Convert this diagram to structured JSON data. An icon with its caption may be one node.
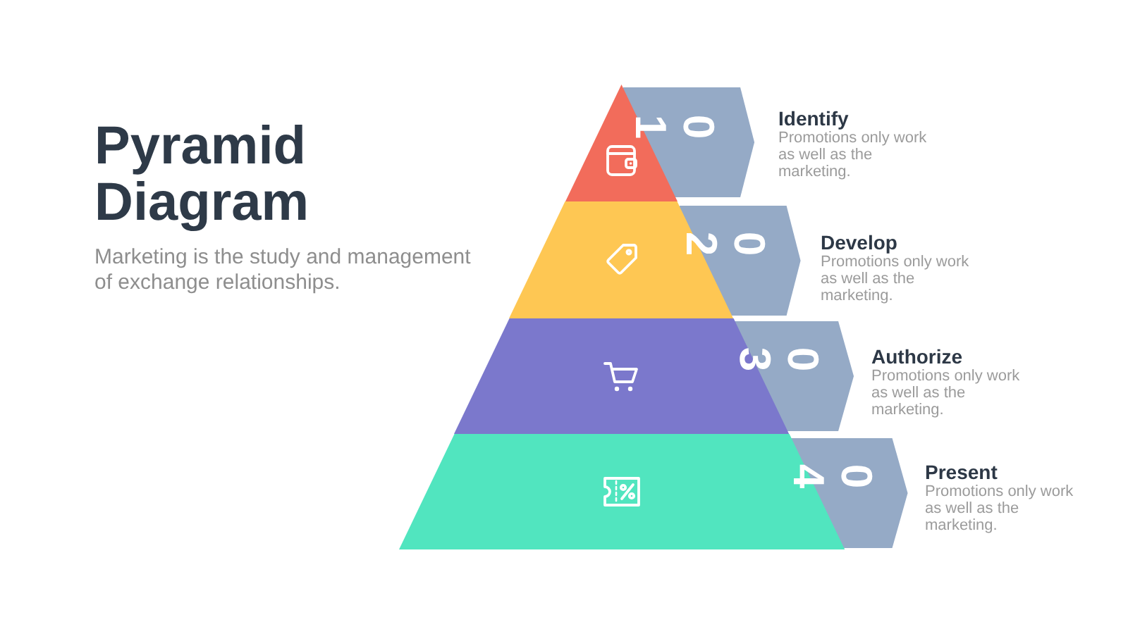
{
  "diagram": {
    "title": "Pyramid Diagram",
    "nodes": [
      {
        "text": [],
        "shape": "triangle"
      },
      {
        "text": [
          "01"
        ],
        "beside": [
          "Identify",
          "Promotions only work as well as the marketing."
        ]
      },
      {
        "text": [],
        "shape": "trapezoid"
      },
      {
        "text": [
          "02"
        ],
        "beside": [
          "Develop",
          "Promotions only work as well as the marketing."
        ]
      },
      {
        "text": [],
        "shape": "trapezoid"
      },
      {
        "text": [
          "03"
        ],
        "beside": [
          "Authorize",
          "Promotions only work as well as the marketing."
        ]
      },
      {
        "text": [],
        "shape": "trapezoid"
      },
      {
        "text": [
          "04"
        ],
        "beside": [
          "Present",
          "Promotions only work as well as the marketing."
        ]
      }
    ],
    "labels": [
      "Marketing is the study and management of exchange relationships."
    ]
  }
}
